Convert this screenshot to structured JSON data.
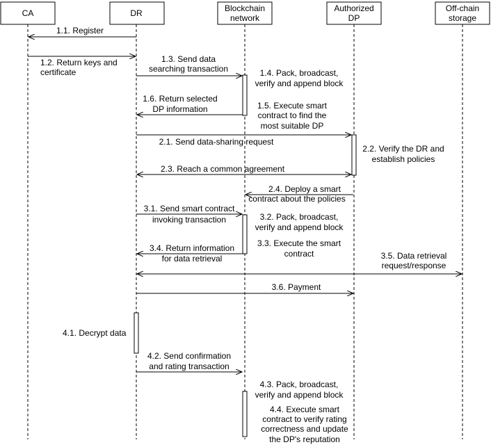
{
  "participants": [
    {
      "id": "ca",
      "lines": [
        "CA"
      ]
    },
    {
      "id": "dr",
      "lines": [
        "DR"
      ]
    },
    {
      "id": "bc",
      "lines": [
        "Blockchain",
        "network"
      ]
    },
    {
      "id": "dp",
      "lines": [
        "Authorized",
        "DP"
      ]
    },
    {
      "id": "off",
      "lines": [
        "Off-chain",
        "storage"
      ]
    }
  ],
  "messages": [
    {
      "id": "m1_1",
      "lines": [
        "1.1. Register"
      ]
    },
    {
      "id": "m1_2",
      "lines": [
        "1.2. Return keys and",
        "certificate"
      ]
    },
    {
      "id": "m1_3",
      "lines": [
        "1.3. Send data",
        "searching transaction"
      ]
    },
    {
      "id": "m1_4",
      "lines": [
        "1.4. Pack, broadcast,",
        "verify and append block"
      ]
    },
    {
      "id": "m1_5",
      "lines": [
        "1.5. Execute smart",
        "contract to find the",
        "most suitable DP"
      ]
    },
    {
      "id": "m1_6",
      "lines": [
        "1.6. Return selected",
        "DP information"
      ]
    },
    {
      "id": "m2_1",
      "lines": [
        "2.1. Send data-sharing request"
      ]
    },
    {
      "id": "m2_2",
      "lines": [
        "2.2. Verify the DR and",
        "establish policies"
      ]
    },
    {
      "id": "m2_3",
      "lines": [
        "2.3. Reach a common agreement"
      ]
    },
    {
      "id": "m2_4",
      "lines": [
        "2.4. Deploy a smart",
        "contract about the policies"
      ]
    },
    {
      "id": "m3_1",
      "lines": [
        "3.1. Send smart contract",
        "invoking transaction"
      ]
    },
    {
      "id": "m3_2",
      "lines": [
        "3.2. Pack, broadcast,",
        "verify and append block"
      ]
    },
    {
      "id": "m3_3",
      "lines": [
        "3.3. Execute the smart",
        "contract"
      ]
    },
    {
      "id": "m3_4",
      "lines": [
        "3.4. Return information",
        "for data retrieval"
      ]
    },
    {
      "id": "m3_5",
      "lines": [
        "3.5. Data retrieval",
        "request/response"
      ]
    },
    {
      "id": "m3_6",
      "lines": [
        "3.6. Payment"
      ]
    },
    {
      "id": "m4_1",
      "lines": [
        "4.1. Decrypt data"
      ]
    },
    {
      "id": "m4_2",
      "lines": [
        "4.2. Send confirmation",
        "and rating transaction"
      ]
    },
    {
      "id": "m4_3",
      "lines": [
        "4.3. Pack, broadcast,",
        "verify and append block"
      ]
    },
    {
      "id": "m4_4",
      "lines": [
        "4.4. Execute smart",
        "contract to verify rating",
        "correctness and update",
        "the DP's reputation"
      ]
    }
  ],
  "colors": {
    "line": "#000000",
    "activation_edge": "#c8b46e",
    "activation_edge_dp": "#9aaed0"
  }
}
